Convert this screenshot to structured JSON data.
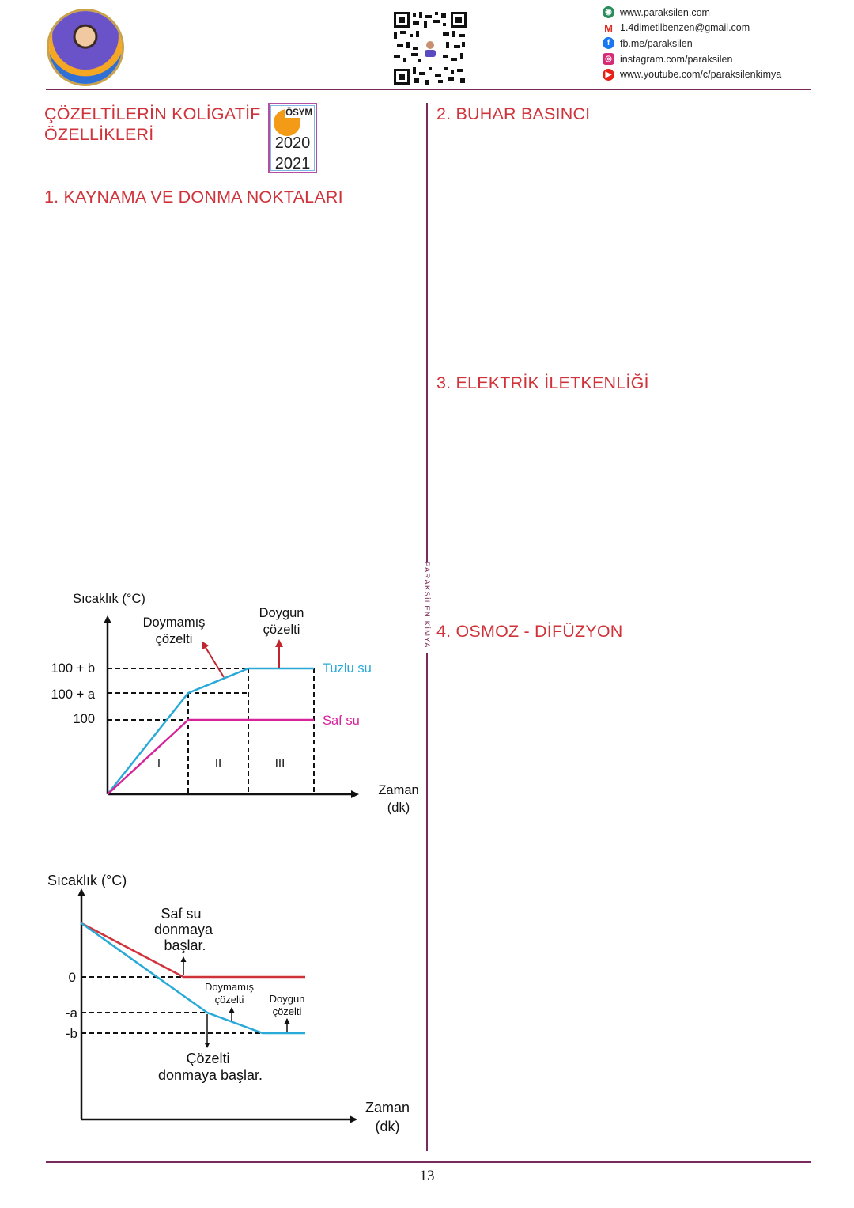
{
  "header": {
    "contacts": [
      {
        "icon": "globe-icon",
        "color": "#2a8c5a",
        "text": "www.paraksilen.com"
      },
      {
        "icon": "gmail-icon",
        "color": "#d93025",
        "text": "1.4dimetilbenzen@gmail.com"
      },
      {
        "icon": "facebook-icon",
        "color": "#1877f2",
        "text": "fb.me/paraksilen"
      },
      {
        "icon": "instagram-icon",
        "color": "#d62976",
        "text": "instagram.com/paraksilen"
      },
      {
        "icon": "youtube-icon",
        "color": "#e62117",
        "text": "www.youtube.com/c/paraksilenkimya"
      }
    ]
  },
  "main_title": {
    "line1": "ÇÖZELTİLERİN KOLİGATİF",
    "line2": "ÖZELLİKLERİ"
  },
  "osym_badge": {
    "logo": "ÖSYM",
    "year1": "2020",
    "year2": "2021"
  },
  "sections": {
    "s1": "1. KAYNAMA VE DONMA NOKTALARI",
    "s2": "2. BUHAR BASINCI",
    "s3": "3. ELEKTRİK İLETKENLİĞİ",
    "s4": "4. OSMOZ - DİFÜZYON"
  },
  "side_text": "PARAKSİLEN KİMYA",
  "page_number": "13",
  "chart_data": [
    {
      "type": "line",
      "ylabel": "Sıcaklık (°C)",
      "xlabel_line1": "Zaman",
      "xlabel_line2": "(dk)",
      "y_ticks": [
        "100 + b",
        "100 + a",
        "100"
      ],
      "regions": [
        "I",
        "II",
        "III"
      ],
      "annotations": {
        "unsat_1": "Doymamış",
        "unsat_2": "çözelti",
        "sat_1": "Doygun",
        "sat_2": "çözelti"
      },
      "series": [
        {
          "name": "Tuzlu su",
          "color": "#29a9d8"
        },
        {
          "name": "Saf su",
          "color": "#d6239a"
        }
      ]
    },
    {
      "type": "line",
      "ylabel": "Sıcaklık (°C)",
      "xlabel_line1": "Zaman",
      "xlabel_line2": "(dk)",
      "y_ticks": [
        "0",
        "-a",
        "-b"
      ],
      "annotations": {
        "pure_1": "Saf su",
        "pure_2": "donmaya",
        "pure_3": "başlar.",
        "unsat_1": "Doymamış",
        "unsat_2": "çözelti",
        "sat_1": "Doygun",
        "sat_2": "çözelti",
        "sol_1": "Çözelti",
        "sol_2": "donmaya başlar."
      },
      "series": [
        {
          "color": "#d0323a"
        },
        {
          "color": "#29a9d8"
        }
      ]
    }
  ]
}
